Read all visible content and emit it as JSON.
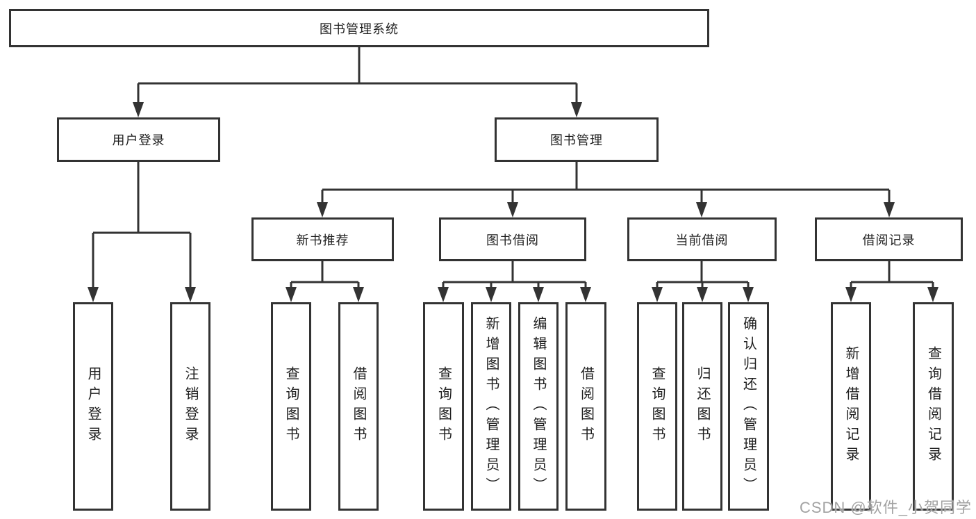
{
  "tree": {
    "label": "图书管理系统",
    "children": [
      {
        "label": "用户登录",
        "children": [
          {
            "label": "用户登录"
          },
          {
            "label": "注销登录"
          }
        ]
      },
      {
        "label": "图书管理",
        "children": [
          {
            "label": "新书推荐",
            "children": [
              {
                "label": "查询图书"
              },
              {
                "label": "借阅图书"
              }
            ]
          },
          {
            "label": "图书借阅",
            "children": [
              {
                "label": "查询图书"
              },
              {
                "label": "新增图书（管理员）"
              },
              {
                "label": "编辑图书（管理员）"
              },
              {
                "label": "借阅图书"
              }
            ]
          },
          {
            "label": "当前借阅",
            "children": [
              {
                "label": "查询图书"
              },
              {
                "label": "归还图书"
              },
              {
                "label": "确认归还（管理员）"
              }
            ]
          },
          {
            "label": "借阅记录",
            "children": [
              {
                "label": "新增借阅记录"
              },
              {
                "label": "查询借阅记录"
              }
            ]
          }
        ]
      }
    ]
  },
  "watermark": "CSDN @软件_小贺同学",
  "colors": {
    "line": "#333333",
    "text": "#1f1f1f",
    "background": "#ffffff",
    "watermark": "#a2a2a2"
  }
}
